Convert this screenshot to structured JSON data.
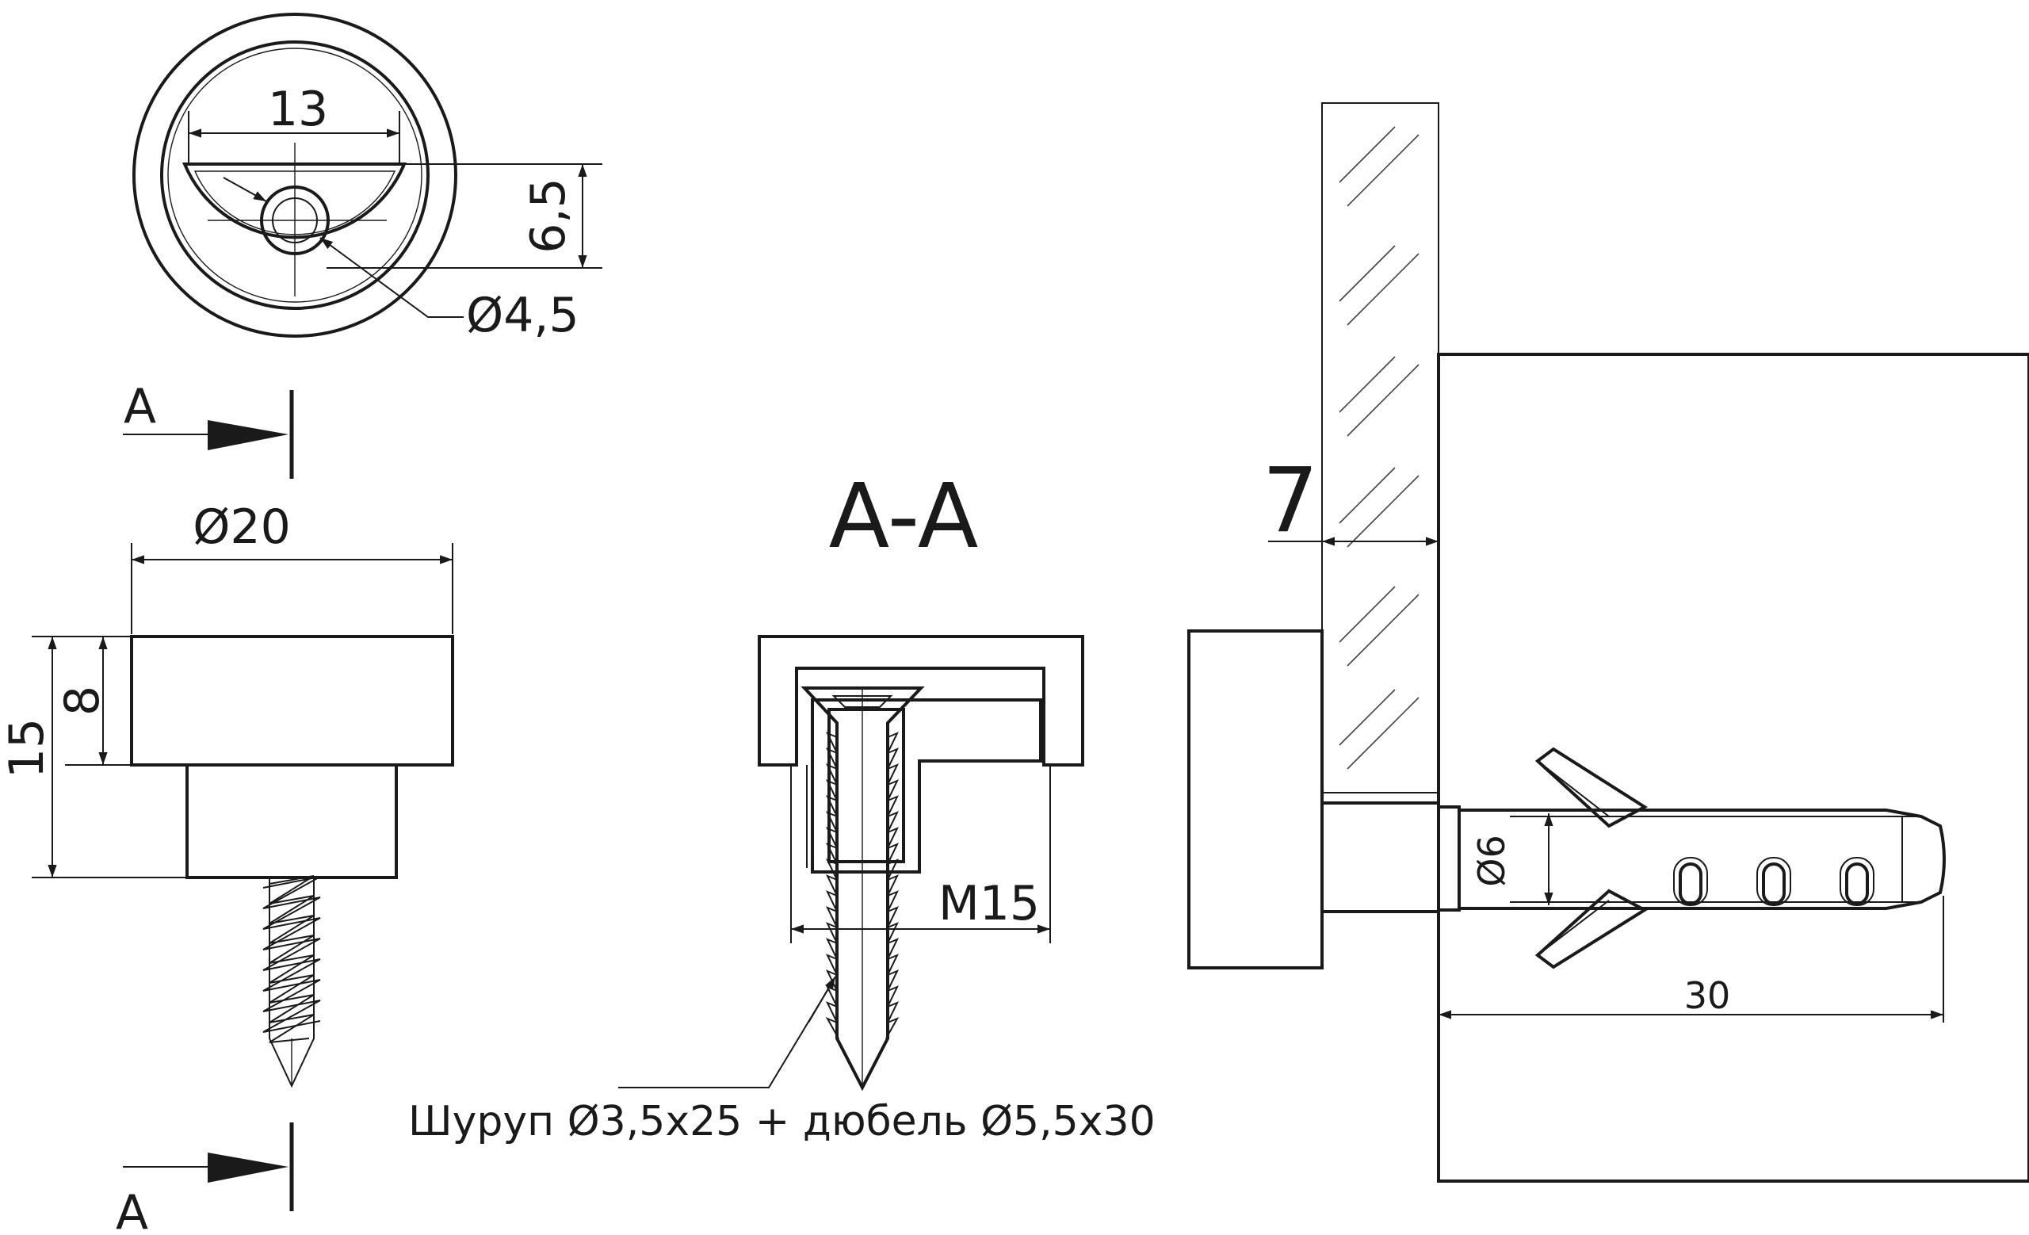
{
  "labels": {
    "dim_13": "13",
    "dim_6_5": "6,5",
    "dim_d4_5": "Ø4,5",
    "section_letter_top": "A",
    "section_letter_bottom": "A",
    "dim_d20": "Ø20",
    "dim_15": "15",
    "dim_8": "8",
    "section_title": "A-A",
    "dim_m15": "M15",
    "fastener_note": "Шуруп Ø3,5x25 + дюбель Ø5,5x30",
    "dim_7": "7",
    "dim_d6": "Ø6",
    "dim_30": "30"
  }
}
